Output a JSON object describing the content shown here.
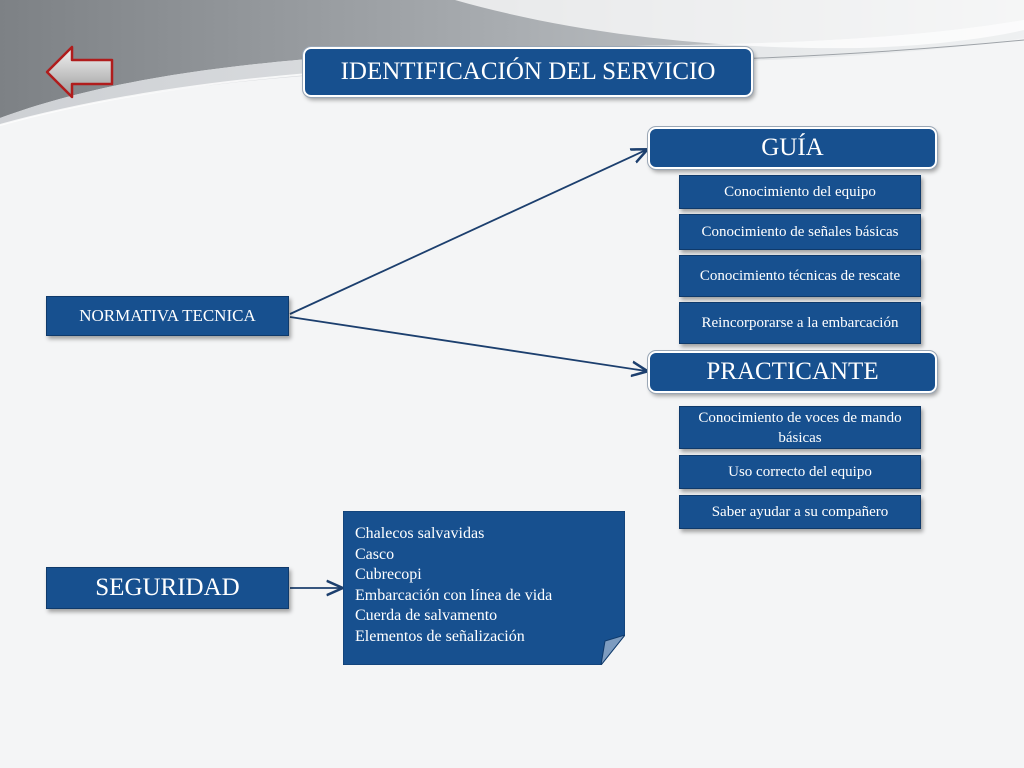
{
  "title": "IDENTIFICACIÓN DEL SERVICIO",
  "normativa": "NORMATIVA TECNICA",
  "seguridad": "SEGURIDAD",
  "guia": {
    "label": "GUÍA",
    "items": [
      "Conocimiento del equipo",
      "Conocimiento de señales básicas",
      "Conocimiento  técnicas de rescate",
      "Reincorporarse a la embarcación"
    ]
  },
  "practicante": {
    "label": "PRACTICANTE",
    "items": [
      "Conocimiento de voces de mando básicas",
      "Uso correcto del equipo",
      "Saber ayudar a su compañero"
    ]
  },
  "equipment": [
    "Chalecos salvavidas",
    "Casco",
    "Cubrecopi",
    "Embarcación con línea de vida",
    "Cuerda de salvamento",
    "Elementos de señalización"
  ],
  "colors": {
    "box_fill": "#17508f",
    "connector": "#1c3f6e",
    "background": "#f4f5f6"
  },
  "icons": {
    "back": "back-arrow-icon"
  }
}
